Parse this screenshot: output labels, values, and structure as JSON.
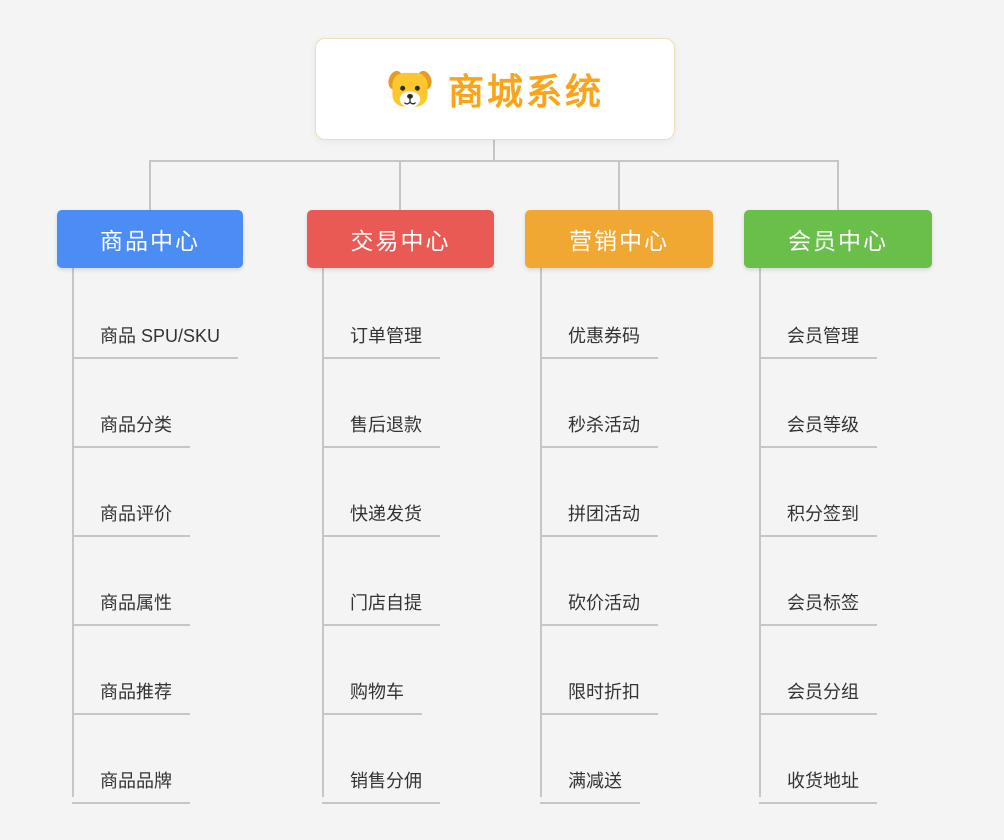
{
  "root": {
    "title": "商城系统",
    "icon": "dog-icon"
  },
  "colors": {
    "line": "#c6c6c6",
    "root_title": "#f9a41b",
    "background": "#f4f4f4"
  },
  "branches": [
    {
      "label": "商品中心",
      "color": "#4b8df5",
      "children": [
        "商品 SPU/SKU",
        "商品分类",
        "商品评价",
        "商品属性",
        "商品推荐",
        "商品品牌"
      ]
    },
    {
      "label": "交易中心",
      "color": "#e95a55",
      "children": [
        "订单管理",
        "售后退款",
        "快递发货",
        "门店自提",
        "购物车",
        "销售分佣"
      ]
    },
    {
      "label": "营销中心",
      "color": "#f0a832",
      "children": [
        "优惠券码",
        "秒杀活动",
        "拼团活动",
        "砍价活动",
        "限时折扣",
        "满减送"
      ]
    },
    {
      "label": "会员中心",
      "color": "#6abf4b",
      "children": [
        "会员管理",
        "会员等级",
        "积分签到",
        "会员标签",
        "会员分组",
        "收货地址"
      ]
    }
  ]
}
